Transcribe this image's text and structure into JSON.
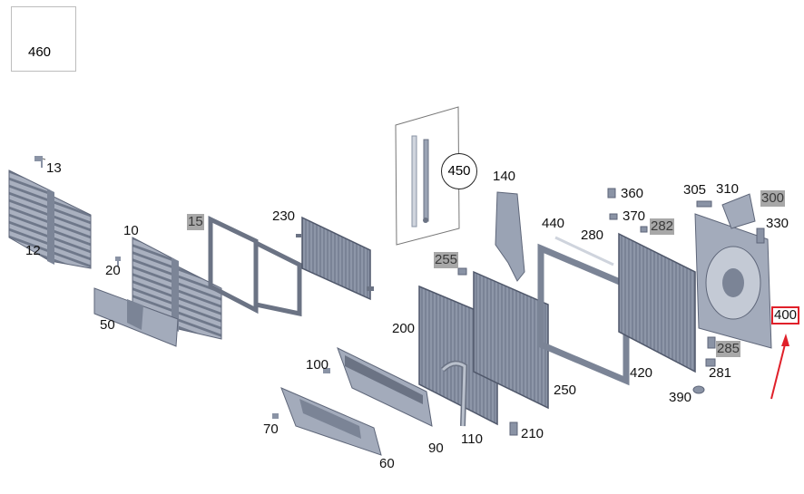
{
  "diagram": {
    "legend_part": "460",
    "callout_450": "450",
    "callouts": {
      "c13": "13",
      "c12": "12",
      "c10": "10",
      "c20": "20",
      "c50": "50",
      "c15": "15",
      "c230": "230",
      "c140": "140",
      "c255": "255",
      "c200": "200",
      "c250": "250",
      "c100": "100",
      "c70": "70",
      "c60": "60",
      "c90": "90",
      "c110": "110",
      "c210": "210",
      "c440": "440",
      "c280": "280",
      "c360": "360",
      "c370": "370",
      "c282": "282",
      "c420": "420",
      "c390": "390",
      "c305": "305",
      "c310": "310",
      "c300": "300",
      "c330": "330",
      "c400": "400",
      "c285": "285",
      "c281": "281"
    },
    "selected_part": "400",
    "colors": {
      "part_fill": "#9aa3b4",
      "part_dark": "#6b7384",
      "highlight_bg": "#a8a8a8",
      "selection": "#e0202a"
    }
  }
}
